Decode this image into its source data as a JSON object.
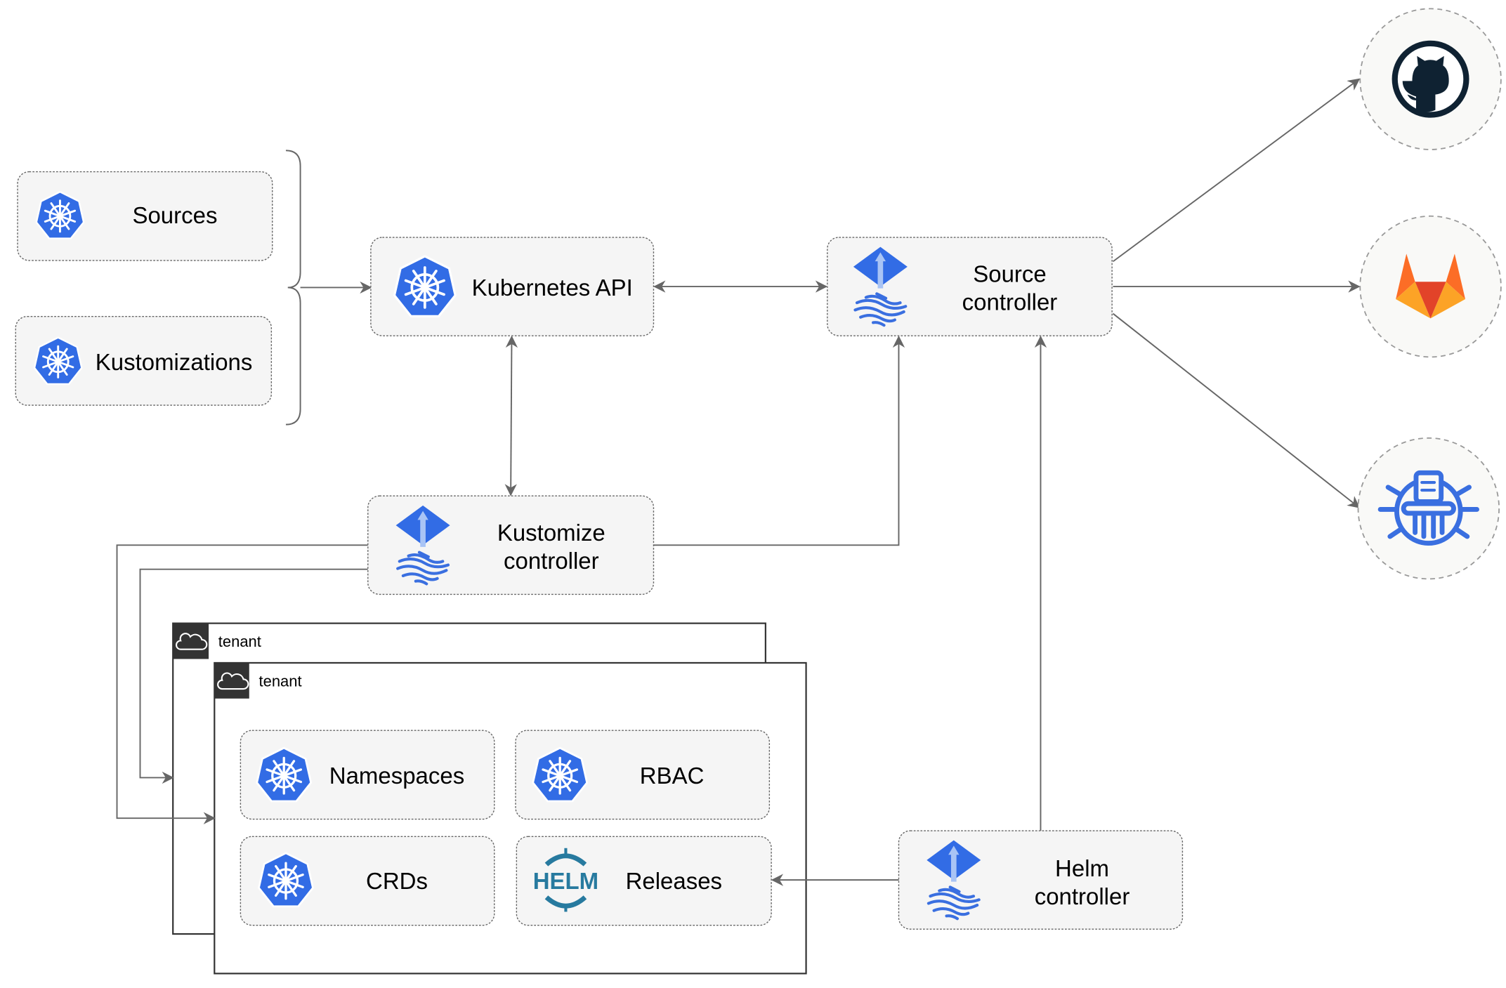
{
  "nodes": {
    "sources": "Sources",
    "kustomizations": "Kustomizations",
    "kubernetes_api": "Kubernetes API",
    "source_controller": [
      "Source",
      "controller"
    ],
    "kustomize_controller": [
      "Kustomize",
      "controller"
    ],
    "helm_controller": [
      "Helm",
      "controller"
    ],
    "namespaces": "Namespaces",
    "rbac": "RBAC",
    "crds": "CRDs",
    "releases": "Releases"
  },
  "tenants": [
    "tenant",
    "tenant"
  ],
  "helm_logo_text": "HELM",
  "external_sources": [
    "github-icon",
    "gitlab-icon",
    "bucket-icon"
  ],
  "colors": {
    "kubernetes_blue": "#326ce5",
    "flux_blue": "#3a6fe0",
    "helm_teal": "#277a9f",
    "github_dark": "#0f2232",
    "gitlab_orange": "#e24329",
    "edge_gray": "#666666"
  }
}
